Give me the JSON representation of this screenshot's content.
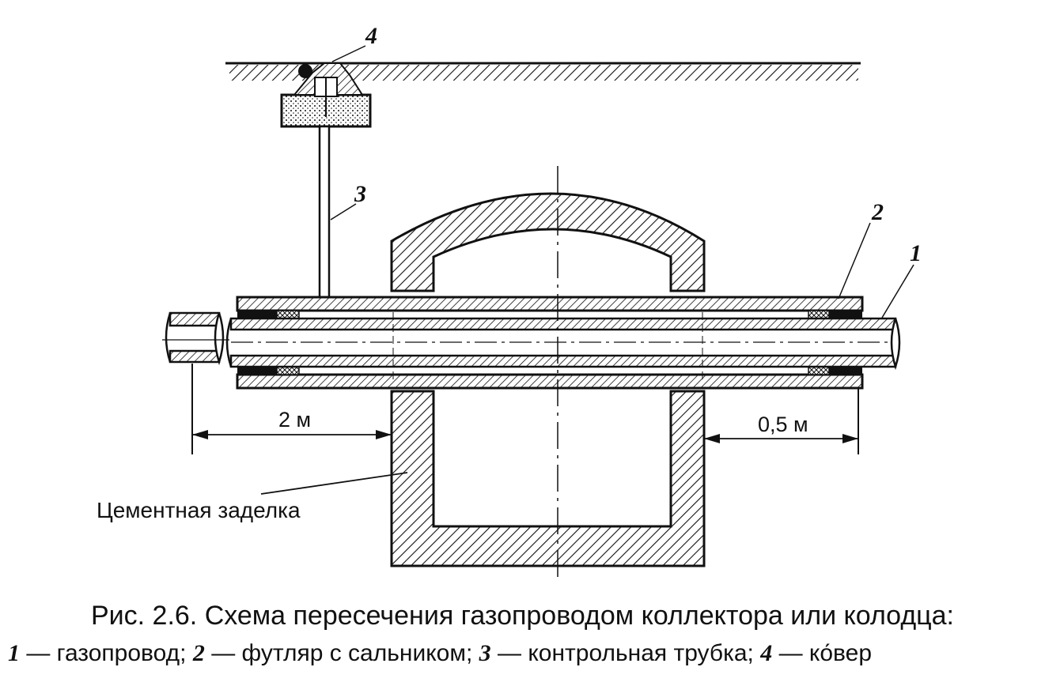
{
  "labels": {
    "pipe_number": "1",
    "case_number": "2",
    "tube_number": "3",
    "cover_number": "4",
    "dim_left": "2 м",
    "dim_right": "0,5 м",
    "cement_label": "Цементная заделка"
  },
  "caption": {
    "title": "Рис. 2.6. Схема пересечения газопроводом коллектора или колодца:",
    "items": [
      {
        "num": "1",
        "text": "— газопровод;"
      },
      {
        "num": "2",
        "text": "— футляр с сальником;"
      },
      {
        "num": "3",
        "text": "— контрольная трубка;"
      },
      {
        "num": "4",
        "text": "— ко́вер"
      }
    ]
  }
}
